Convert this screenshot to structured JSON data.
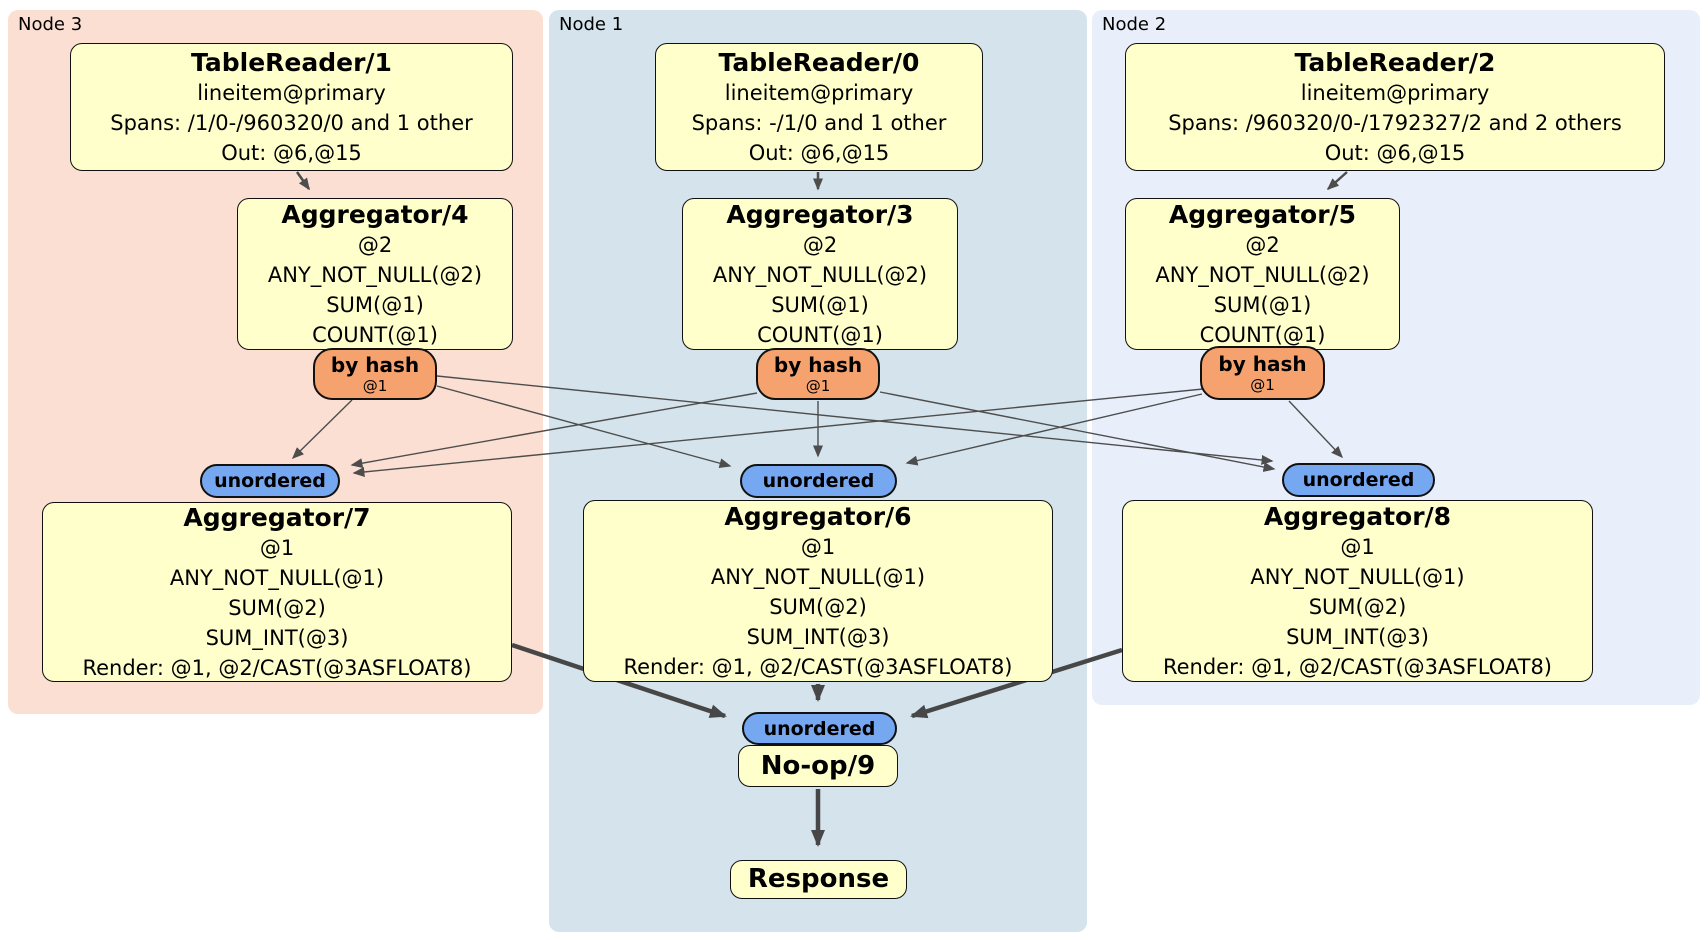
{
  "regions": [
    {
      "label": "Node 3"
    },
    {
      "label": "Node 1"
    },
    {
      "label": "Node 2"
    }
  ],
  "processors": [
    {
      "title": "TableReader/1",
      "lines": [
        "lineitem@primary",
        "Spans: /1/0-/960320/0 and 1 other",
        "Out: @6,@15"
      ]
    },
    {
      "title": "TableReader/0",
      "lines": [
        "lineitem@primary",
        "Spans: -/1/0 and 1 other",
        "Out: @6,@15"
      ]
    },
    {
      "title": "TableReader/2",
      "lines": [
        "lineitem@primary",
        "Spans: /960320/0-/1792327/2 and 2 others",
        "Out: @6,@15"
      ]
    },
    {
      "title": "Aggregator/4",
      "lines": [
        "@2",
        "ANY_NOT_NULL(@2)",
        "SUM(@1)",
        "COUNT(@1)"
      ]
    },
    {
      "title": "Aggregator/3",
      "lines": [
        "@2",
        "ANY_NOT_NULL(@2)",
        "SUM(@1)",
        "COUNT(@1)"
      ]
    },
    {
      "title": "Aggregator/5",
      "lines": [
        "@2",
        "ANY_NOT_NULL(@2)",
        "SUM(@1)",
        "COUNT(@1)"
      ]
    },
    {
      "title": "Aggregator/7",
      "lines": [
        "@1",
        "ANY_NOT_NULL(@1)",
        "SUM(@2)",
        "SUM_INT(@3)",
        "Render: @1, @2/CAST(@3ASFLOAT8)"
      ]
    },
    {
      "title": "Aggregator/6",
      "lines": [
        "@1",
        "ANY_NOT_NULL(@1)",
        "SUM(@2)",
        "SUM_INT(@3)",
        "Render: @1, @2/CAST(@3ASFLOAT8)"
      ]
    },
    {
      "title": "Aggregator/8",
      "lines": [
        "@1",
        "ANY_NOT_NULL(@1)",
        "SUM(@2)",
        "SUM_INT(@3)",
        "Render: @1, @2/CAST(@3ASFLOAT8)"
      ]
    },
    {
      "title": "No-op/9",
      "lines": []
    },
    {
      "title": "Response",
      "lines": []
    }
  ],
  "routers": [
    {
      "label": "by hash",
      "sub": "@1"
    },
    {
      "label": "by hash",
      "sub": "@1"
    },
    {
      "label": "by hash",
      "sub": "@1"
    }
  ],
  "syncs": [
    {
      "label": "unordered"
    },
    {
      "label": "unordered"
    },
    {
      "label": "unordered"
    },
    {
      "label": "unordered"
    }
  ],
  "edges": [
    "TableReader/1 -> Aggregator/4",
    "TableReader/0 -> Aggregator/3",
    "TableReader/2 -> Aggregator/5",
    "Aggregator/4 by-hash -> unordered(Aggregator/7)",
    "Aggregator/4 by-hash -> unordered(Aggregator/6)",
    "Aggregator/4 by-hash -> unordered(Aggregator/8)",
    "Aggregator/3 by-hash -> unordered(Aggregator/7)",
    "Aggregator/3 by-hash -> unordered(Aggregator/6)",
    "Aggregator/3 by-hash -> unordered(Aggregator/8)",
    "Aggregator/5 by-hash -> unordered(Aggregator/7)",
    "Aggregator/5 by-hash -> unordered(Aggregator/6)",
    "Aggregator/5 by-hash -> unordered(Aggregator/8)",
    "Aggregator/7 -> unordered(No-op/9)",
    "Aggregator/6 -> unordered(No-op/9)",
    "Aggregator/8 -> unordered(No-op/9)",
    "No-op/9 -> Response"
  ],
  "colors": {
    "node3_bg": "#fbdfd3",
    "node1_bg": "#d4e3ec",
    "node2_bg": "#e9effa",
    "processor_bg": "#ffffcc",
    "router_bg": "#f5a26e",
    "sync_bg": "#76a7f1",
    "border": "#111111",
    "edge": "#4d4d4d"
  }
}
